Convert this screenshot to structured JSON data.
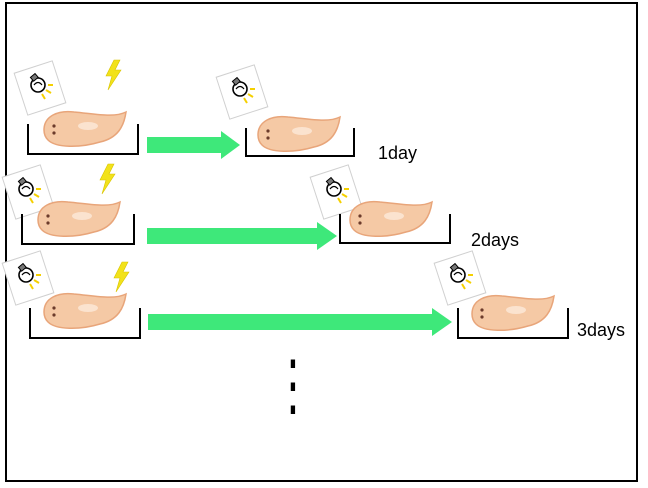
{
  "rows": [
    {
      "duration_label": "1day"
    },
    {
      "duration_label": "2days"
    },
    {
      "duration_label": "3days"
    }
  ],
  "continuation": "⋮",
  "icons": {
    "light": "light-bulb-icon",
    "stimulus": "lightning-bolt-icon",
    "organism": "planarian-icon",
    "container": "dish-icon"
  },
  "colors": {
    "arrow": "#3ee87a",
    "body_fill": "#f5c9a5",
    "body_stroke": "#e8a57a",
    "bolt": "#f2e21a",
    "glow": "#f5d000",
    "frame": "#000000"
  }
}
